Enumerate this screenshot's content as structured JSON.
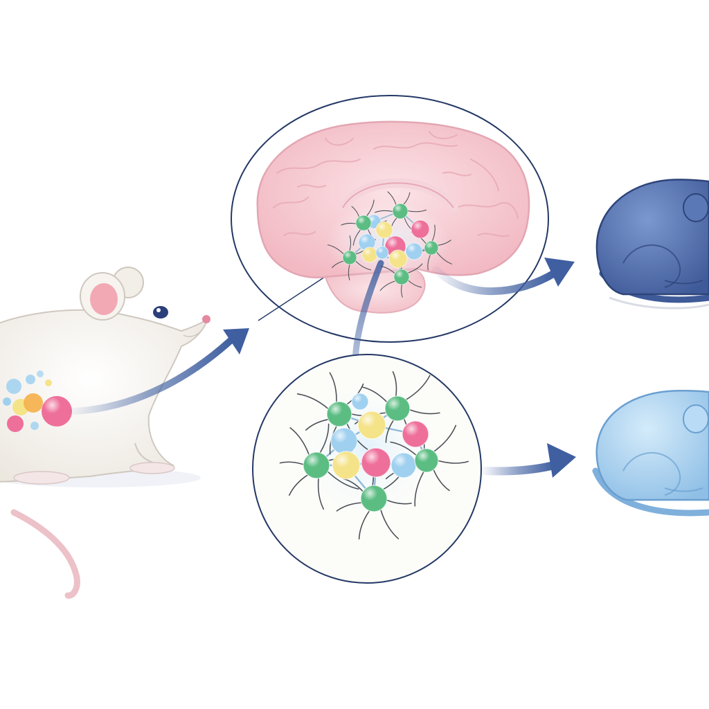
{
  "figure": {
    "background": "#ffffff",
    "text_labels": []
  },
  "panels": [
    {
      "id": "source-rat",
      "icon": "white-rat-icon",
      "body_color": "#f7f4ef",
      "ear_color": "#f2a9b4",
      "tail_color": "#ecc1c8"
    },
    {
      "id": "brain-inset",
      "icon": "brain-icon",
      "brain_color": "#f6c9d0",
      "outline_color": "#243866"
    },
    {
      "id": "cell-cluster-inset",
      "icon": "cell-cluster-icon",
      "outline_color": "#243866"
    },
    {
      "id": "outcome-mouse-dark",
      "icon": "curled-mouse-dark-icon",
      "body_color": "#4e6fb0"
    },
    {
      "id": "outcome-mouse-light",
      "icon": "curled-mouse-light-icon",
      "body_color": "#9cc9ec"
    }
  ],
  "cell_palette": {
    "green": "#5bbd82",
    "yellow": "#f5e38a",
    "pink": "#ee6f9a",
    "blue": "#9fd0f0",
    "orange": "#f5b04a"
  },
  "arrows": {
    "color": "#3f5fa0"
  }
}
